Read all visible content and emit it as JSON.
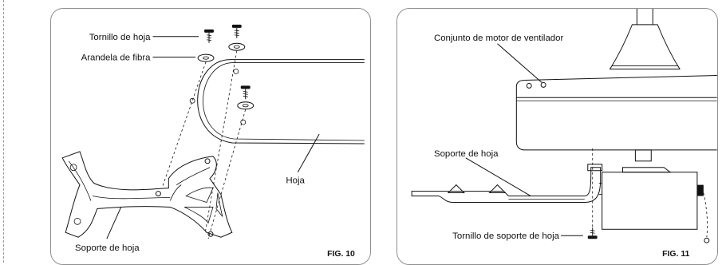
{
  "fig10": {
    "caption": "FIG. 10",
    "labels": {
      "blade_screw": "Tornillo de hoja",
      "fiber_washer": "Arandela de fibra",
      "blade": "Hoja",
      "blade_bracket": "Soporte de hoja"
    }
  },
  "fig11": {
    "caption": "FIG. 11",
    "labels": {
      "motor_assembly": "Conjunto de motor de ventilador",
      "blade_bracket": "Soporte de hoja",
      "bracket_screw": "Tornillo de soporte de hoja"
    }
  }
}
